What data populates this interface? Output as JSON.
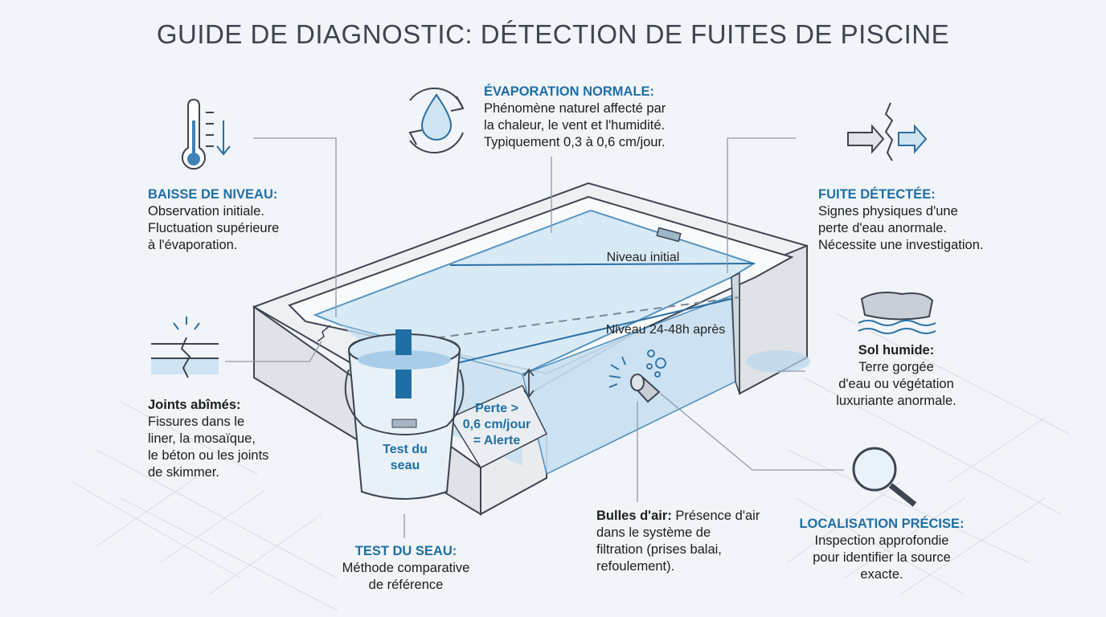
{
  "title": "GUIDE DE DIAGNOSTIC: DÉTECTION DE FUITES DE PISCINE",
  "colors": {
    "accent": "#1f6fa6",
    "water": "#cfe4f3",
    "line": "#8aa0b5",
    "structure": "#e3e7ec"
  },
  "callouts": {
    "evaporation": {
      "heading": "ÉVAPORATION NORMALE:",
      "body": "Phénomène naturel affecté par\nla chaleur, le vent et l'humidité.\nTypiquement 0,3 à 0,6 cm/jour."
    },
    "baisse": {
      "heading": "BAISSE DE NIVEAU:",
      "body": "Observation initiale.\nFluctuation supérieure\nà l'évaporation."
    },
    "fuite": {
      "heading": "FUITE DÉTECTÉE:",
      "body": "Signes physiques d'une\nperte d'eau anormale.\nNécessite une investigation."
    },
    "joints": {
      "heading": "Joints abîmés:",
      "body": "Fissures dans le\nliner, la mosaïque,\nle béton ou les joints\nde skimmer."
    },
    "sol": {
      "heading": "Sol humide:",
      "body": "Terre gorgée\nd'eau ou végétation\nluxuriante anormale."
    },
    "test": {
      "heading": "TEST DU SEAU:",
      "body": "Méthode comparative\nde référence"
    },
    "bulles": {
      "heading": "Bulles d'air:",
      "body_first": " Présence d'air",
      "body": "dans le système de\nfiltration (prises balai,\nrefoulement)."
    },
    "localisation": {
      "heading": "LOCALISATION PRÉCISE:",
      "body": "Inspection approfondie\npour identifier la source\nexacte."
    }
  },
  "labels": {
    "niveau_initial": "Niveau initial",
    "niveau_apres": "Niveau 24-48h après",
    "perte_line1": "Perte >",
    "perte_line2": "0,6 cm/jour",
    "perte_line3": "= Alerte",
    "seau_line1": "Test du",
    "seau_line2": "seau"
  },
  "icons": [
    "thermometer-icon",
    "evaporation-cycle-icon",
    "leak-arrows-icon",
    "crack-icon",
    "wet-soil-icon",
    "magnifier-icon",
    "bucket-icon",
    "nozzle-icon",
    "bubbles-icon"
  ]
}
